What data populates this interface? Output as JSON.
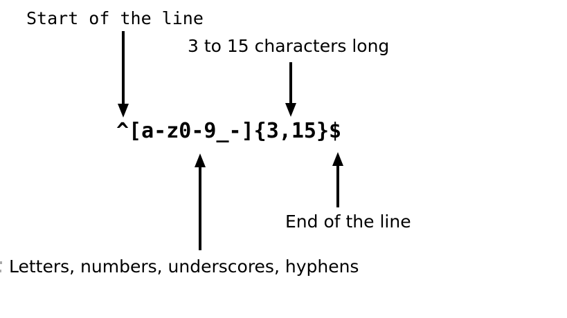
{
  "page": {
    "background": "#ffffff",
    "foreground": "#000000"
  },
  "diagram": {
    "type": "regex-annotation",
    "regex": "^[a-z0-9_-]{3,15}$",
    "labels": {
      "start": "Start of the line",
      "length": "3 to 15 characters long",
      "charset": "Letters, numbers, underscores, hyphens",
      "end": "End of the line"
    },
    "annotations": [
      {
        "label": "Start of the line",
        "points_to": "^",
        "arrow_direction": "down"
      },
      {
        "label": "3 to 15 characters long",
        "points_to": "{3,15}",
        "arrow_direction": "down"
      },
      {
        "label": "Letters, numbers, underscores, hyphens",
        "points_to": "[a-z0-9_-]",
        "arrow_direction": "up"
      },
      {
        "label": "End of the line",
        "points_to": "$",
        "arrow_direction": "up"
      }
    ]
  }
}
